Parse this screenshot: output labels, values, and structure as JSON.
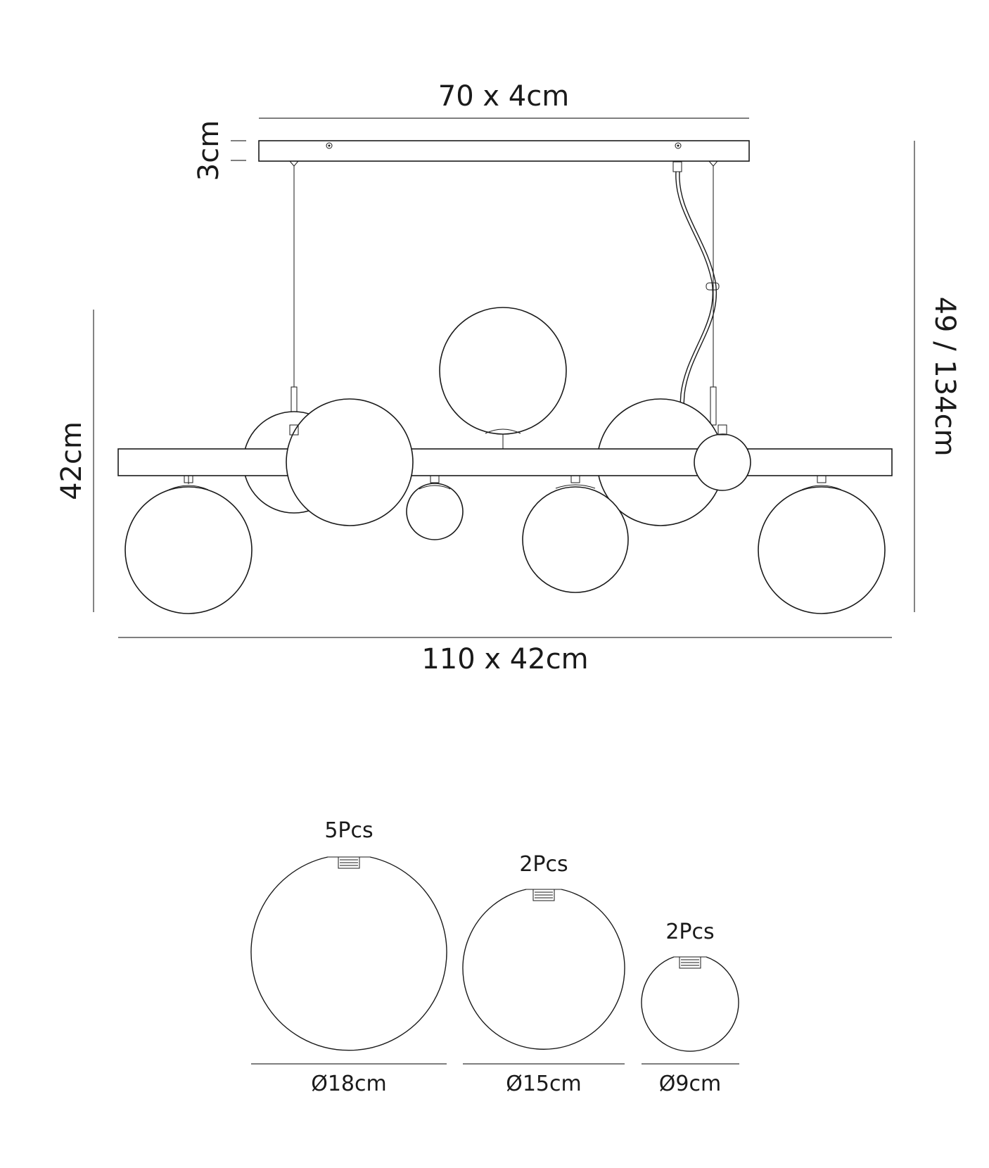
{
  "dimensions": {
    "canopy": "70 x 4cm",
    "canopy_height": "3cm",
    "overall_height": "49 / 134cm",
    "fixture_height": "42cm",
    "bar": "110 x 42cm"
  },
  "shades": [
    {
      "count": "5Pcs",
      "diameter": "Ø18cm"
    },
    {
      "count": "2Pcs",
      "diameter": "Ø15cm"
    },
    {
      "count": "2Pcs",
      "diameter": "Ø9cm"
    }
  ],
  "colors": {
    "line": "#1a1a1a",
    "background": "#ffffff"
  }
}
